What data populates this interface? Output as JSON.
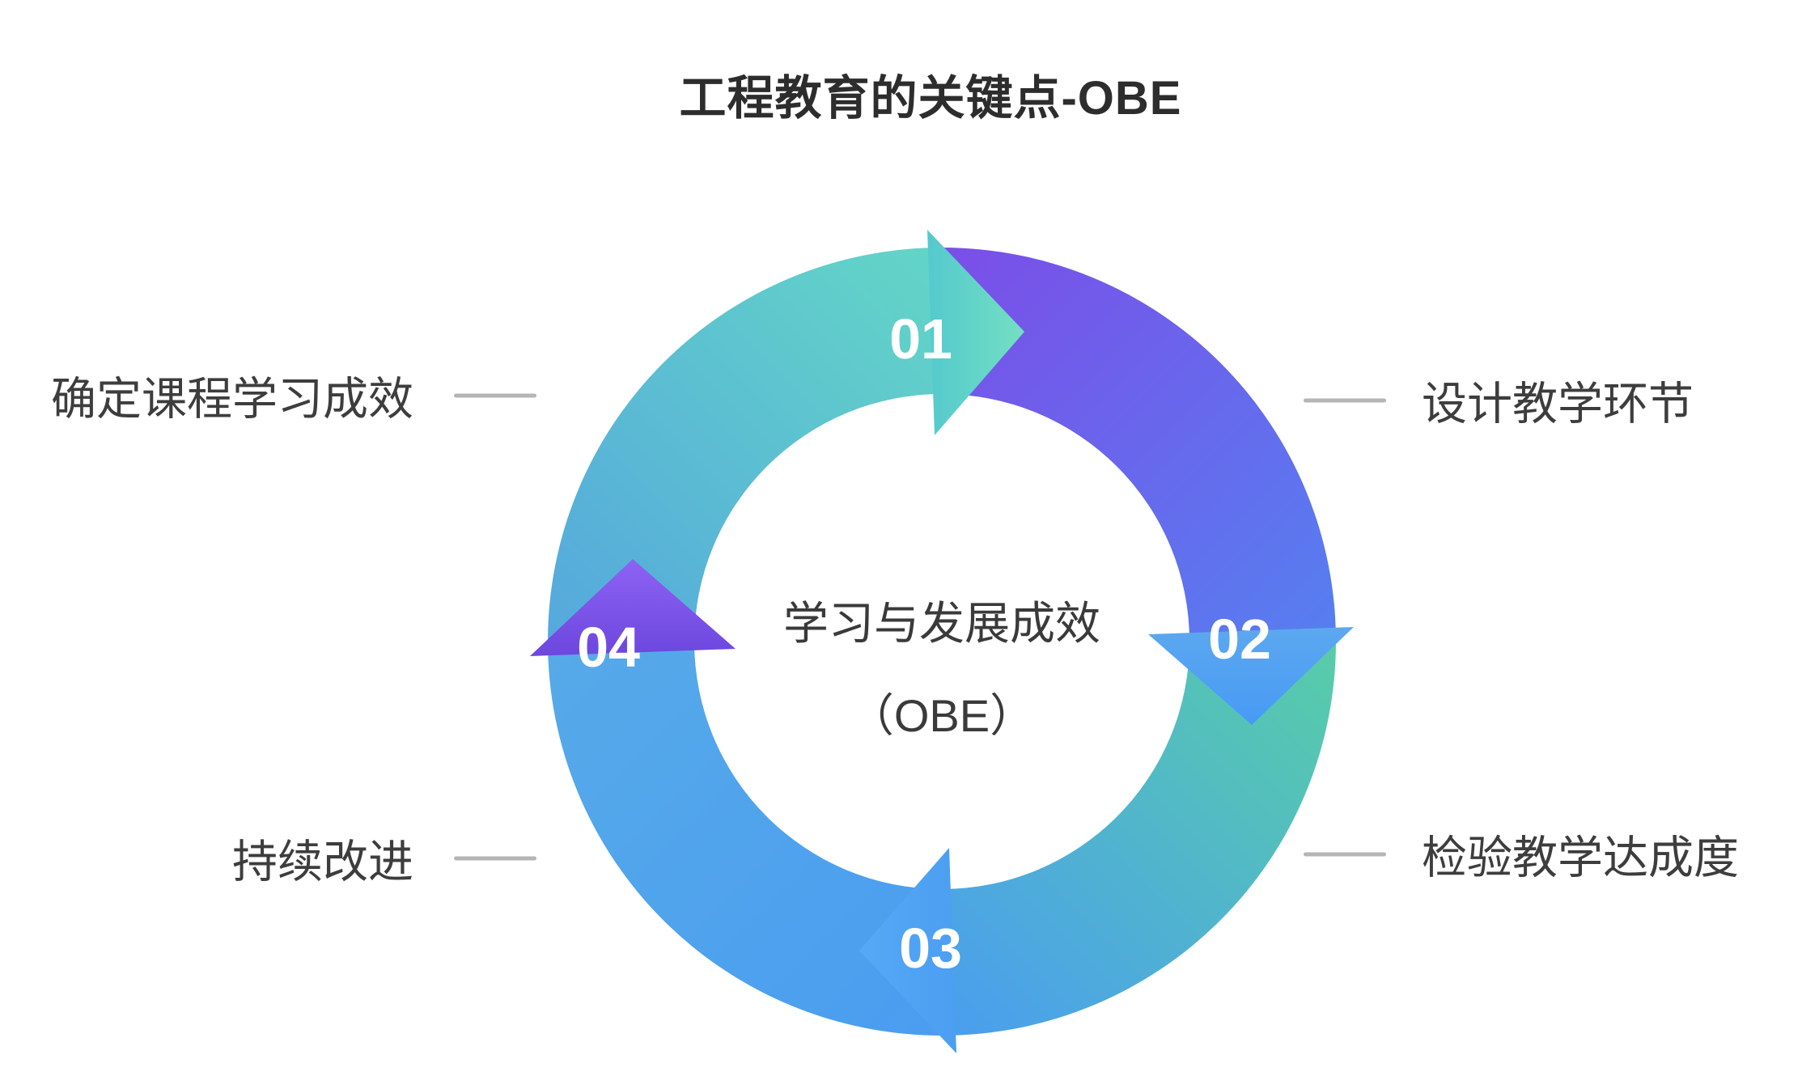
{
  "title": "工程教育的关键点-OBE",
  "center": {
    "line1": "学习与发展成效",
    "line2": "（OBE）"
  },
  "steps": [
    {
      "number": "01",
      "label": "确定课程学习成效"
    },
    {
      "number": "02",
      "label": "设计教学环节"
    },
    {
      "number": "03",
      "label": "检验教学达成度"
    },
    {
      "number": "04",
      "label": "持续改进"
    }
  ],
  "colors": {
    "teal": "#63d6c6",
    "purple": "#7b4ee8",
    "blue": "#4a9df0",
    "green_teal": "#58cda8",
    "connector_gray": "#b5b5b5",
    "text_dark": "#3a3a3a"
  }
}
